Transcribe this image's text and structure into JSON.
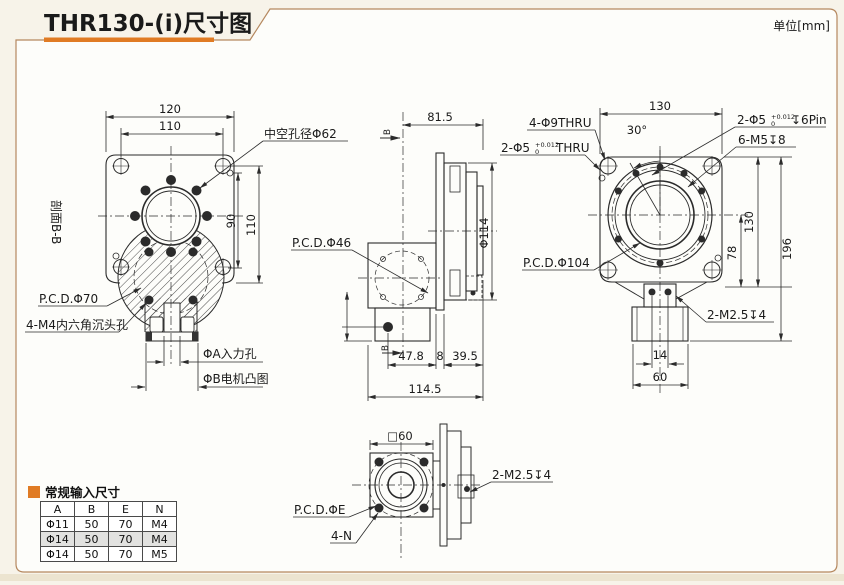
{
  "header": {
    "title": "THR130-(i)尺寸图",
    "unit": "单位[mm]"
  },
  "front_view": {
    "section": "剖面B-B",
    "dim_width_outer": "120",
    "dim_width_inner": "110",
    "dim_right_inner": "90",
    "dim_right_outer": "110",
    "label_bore": "中空孔径Φ62",
    "label_pcd": "P.C.D.Φ70",
    "label_counterbore": "4-M4内六角沉头孔",
    "label_input": "ΦA入力孔",
    "label_motor": "ΦB电机凸图"
  },
  "side_view": {
    "dim_top": "81.5",
    "section_mark_top": "B",
    "section_mark_bottom": "B",
    "dim_dia": "Φ114",
    "label_pcd": "P.C.D.Φ46",
    "dim_a": "47.8",
    "dim_b": "8",
    "dim_c": "39.5",
    "dim_total": "114.5"
  },
  "back_view": {
    "dim_top": "130",
    "angle": "30°",
    "label_thru9": "4-Φ9THRU",
    "label_thru5_pre": "2-Φ5",
    "label_thru5_sup": "+0.012",
    "label_thru5_sub": "0",
    "label_thru5_post": "THRU",
    "label_pin_pre": "2-Φ5",
    "label_pin_sup": "+0.012",
    "label_pin_sub": "0",
    "label_pin_post": "↧6Pin",
    "label_m5": "6-M5↧8",
    "label_pcd": "P.C.D.Φ104",
    "label_m25": "2-M2.5↧4",
    "dim_78": "78",
    "dim_130": "130",
    "dim_196": "196",
    "dim_14": "14",
    "dim_60": "60"
  },
  "bottom_view": {
    "dim_square": "□60",
    "label_pcd": "P.C.D.ΦE",
    "label_n": "4-N",
    "label_m25": "2-M2.5↧4"
  },
  "table": {
    "title": "常规输入尺寸",
    "columns": [
      "A",
      "B",
      "E",
      "N"
    ],
    "rows": [
      [
        "Φ11",
        "50",
        "70",
        "M4"
      ],
      [
        "Φ14",
        "50",
        "70",
        "M4"
      ],
      [
        "Φ14",
        "50",
        "70",
        "M5"
      ]
    ]
  },
  "colors": {
    "accent": "#e07b24",
    "frame": "#b5885f",
    "line": "#2b2b2b"
  }
}
